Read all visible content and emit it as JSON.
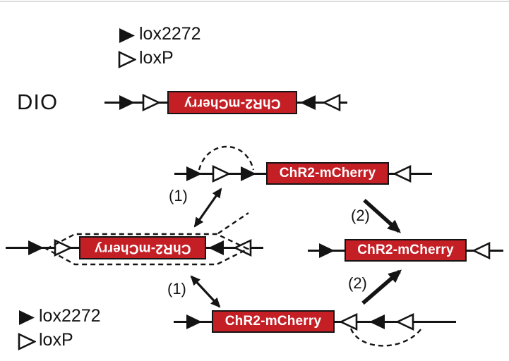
{
  "colors": {
    "gene_box_fill": "#c51f26",
    "gene_box_border": "#141414",
    "gene_box_text": "#ffffff",
    "line_color": "#141414"
  },
  "legend_top": {
    "lox2272_label": "lox2272",
    "loxP_label": "loxP"
  },
  "legend_bottom": {
    "lox2272_label": "lox2272",
    "loxP_label": "loxP"
  },
  "dio_label": "DIO",
  "constructs": {
    "dio": {
      "gene_label": "ChR2-mCherry",
      "gene_orientation": "inverted"
    },
    "top_intermediate": {
      "gene_label": "ChR2-mCherry",
      "gene_orientation": "upright"
    },
    "left_intermediate": {
      "gene_label": "ChR2-mCherry",
      "gene_orientation": "inverted"
    },
    "final_right": {
      "gene_label": "ChR2-mCherry",
      "gene_orientation": "upright"
    },
    "bottom_intermediate": {
      "gene_label": "ChR2-mCherry",
      "gene_orientation": "upright"
    }
  },
  "step_labels": {
    "inversion_top": "(1)",
    "inversion_bottom": "(1)",
    "excision_top": "(2)",
    "excision_bottom": "(2)"
  }
}
